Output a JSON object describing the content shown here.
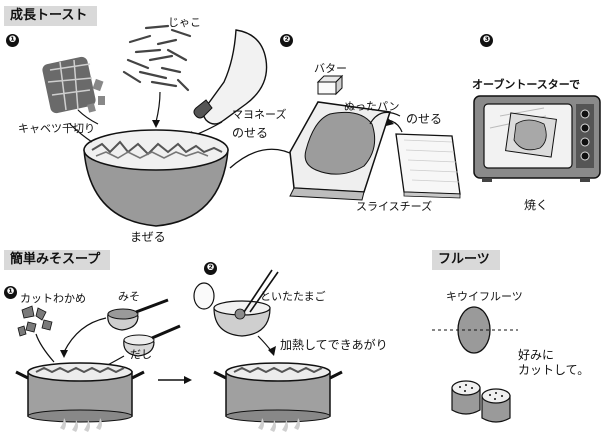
{
  "sections": {
    "growth_toast": {
      "title": "成長トースト",
      "steps": [
        "❶",
        "❷",
        "❸"
      ],
      "labels": {
        "jako": "じゃこ",
        "cabbage": "キャベツ千切り",
        "mayo": "マヨネーズ",
        "mix": "まぜる",
        "put_on_1": "のせる",
        "butter": "バター",
        "buttered_bread": "ぬったパン",
        "put_on_2": "のせる",
        "cheese": "スライスチーズ",
        "oven": "オーブントースターで",
        "bake": "焼く"
      }
    },
    "miso_soup": {
      "title": "簡単みそスープ",
      "steps": [
        "❶",
        "❷"
      ],
      "labels": {
        "wakame": "カットわかめ",
        "miso": "みそ",
        "dashi": "だし",
        "egg": "といたたまご",
        "heat": "加熱してできあがり"
      }
    },
    "fruit": {
      "title": "フルーツ",
      "labels": {
        "kiwi": "キウイフルーツ",
        "cut": "好みに\nカットして。"
      }
    }
  },
  "colors": {
    "header_bg": "#d9d9d9",
    "ink": "#111111",
    "mid_gray": "#9a9a9a",
    "light_gray": "#e6e6e6",
    "dark_gray": "#555555"
  }
}
